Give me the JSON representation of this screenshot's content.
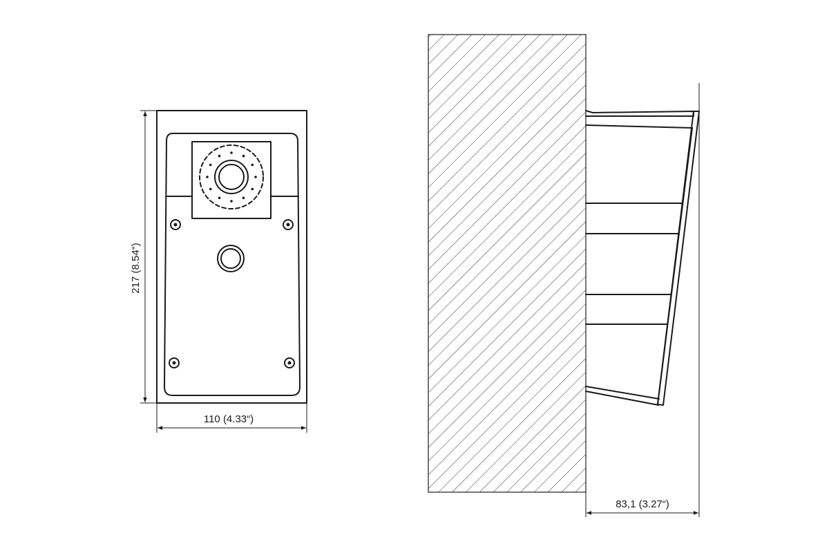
{
  "front_view": {
    "height_dimension": "217 (8.54“)",
    "width_dimension": "110 (4.33“)"
  },
  "side_view": {
    "depth_dimension": "83,1 (3.27“)"
  },
  "colors": {
    "line": "#1a1a1a",
    "background": "#ffffff"
  }
}
